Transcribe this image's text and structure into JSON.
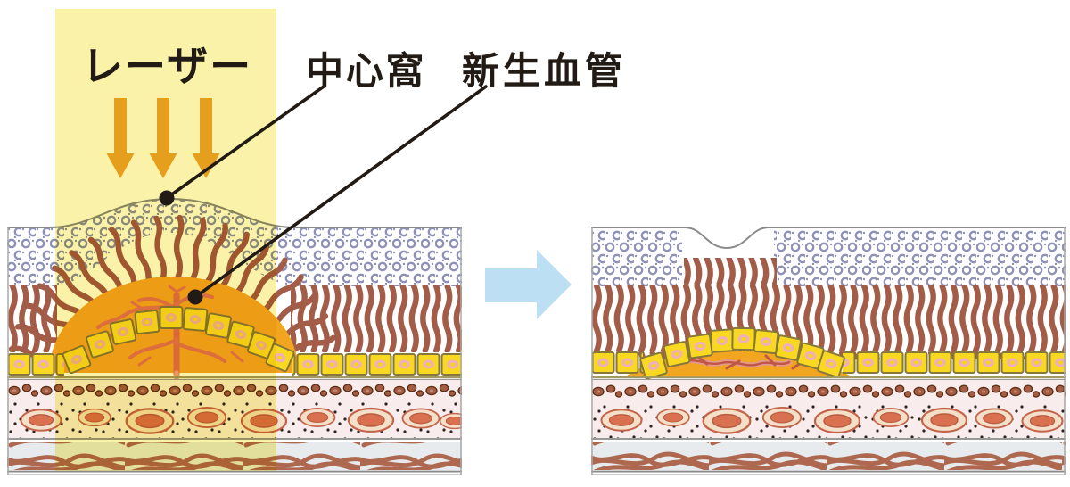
{
  "figure": {
    "labels": {
      "laser": "レーザー",
      "fovea": "中心窩",
      "neovascular": "新生血管"
    },
    "colors": {
      "laser_beam": "#FAF2A8",
      "laser_arrow": "#E59F1C",
      "transition_arrow": "#BDDFF4",
      "neovascular_dome": "#F2A51F",
      "vessel_red": "#DE6F55",
      "rpe_yellow": "#F8D820",
      "photoreceptor_brown": "#A35C47",
      "cell_ring_purple": "#8E90B6",
      "pointer_black": "#221B15"
    },
    "panels": [
      {
        "name": "before-laser-treatment"
      },
      {
        "name": "after-laser-treatment"
      }
    ]
  }
}
